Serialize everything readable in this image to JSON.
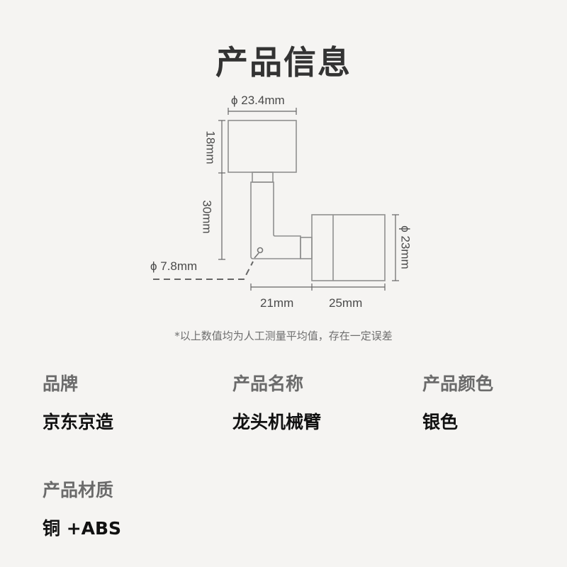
{
  "header": {
    "title": "产品信息"
  },
  "diagram": {
    "dimensions": {
      "top_diameter": "ϕ 23.4mm",
      "top_height": "18mm",
      "arm_height": "30mm",
      "pipe_diameter": "ϕ 7.8mm",
      "right_diameter": "ϕ 23mm",
      "arm_length": "21mm",
      "right_length": "25mm"
    },
    "line_color": "#8a8a8a",
    "dim_color": "#555555"
  },
  "note": "*以上数值均为人工测量平均值，存在一定误差",
  "specs": [
    {
      "label": "品牌",
      "value": "京东京造"
    },
    {
      "label": "产品名称",
      "value": "龙头机械臂"
    },
    {
      "label": "产品颜色",
      "value": "银色"
    },
    {
      "label": "产品材质",
      "value": "铜 +ABS"
    }
  ]
}
